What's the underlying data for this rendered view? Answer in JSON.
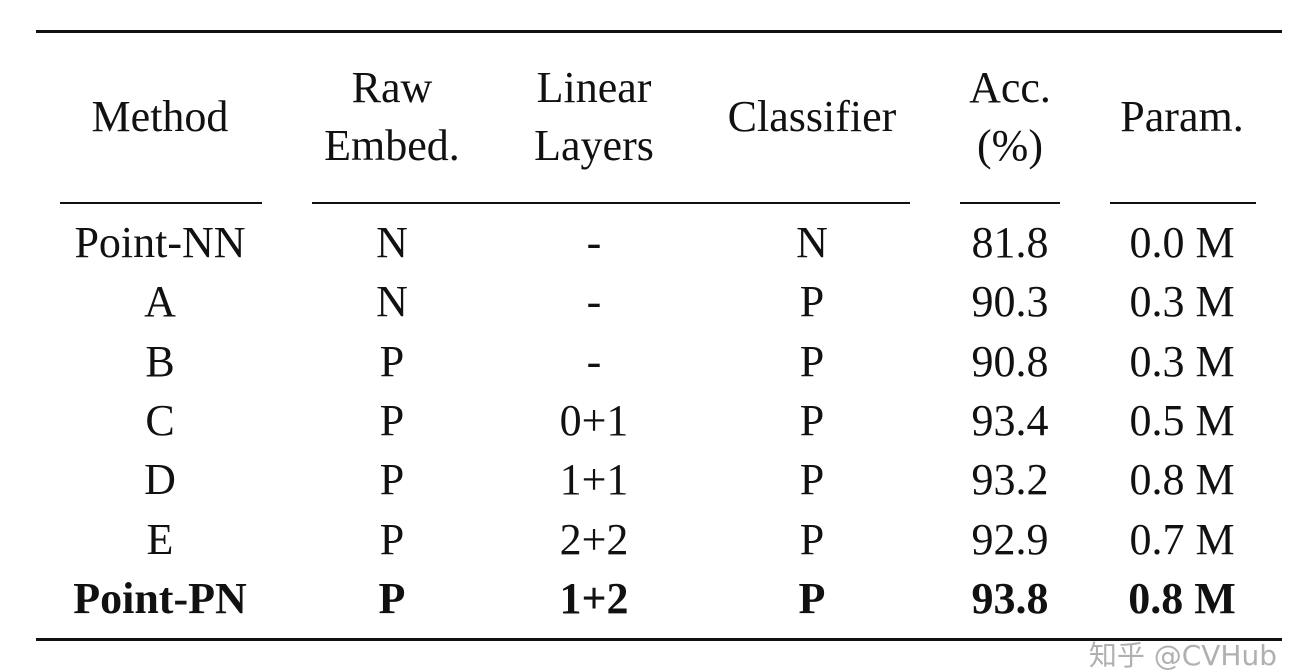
{
  "table": {
    "headers": [
      {
        "lines": [
          "Method"
        ]
      },
      {
        "lines": [
          "Raw",
          "Embed."
        ]
      },
      {
        "lines": [
          "Linear",
          "Layers"
        ]
      },
      {
        "lines": [
          "Classifier"
        ]
      },
      {
        "lines": [
          "Acc.",
          "(%)"
        ]
      },
      {
        "lines": [
          "Param."
        ]
      }
    ],
    "rows": [
      {
        "cells": [
          "Point-NN",
          "N",
          "-",
          "N",
          "81.8",
          "0.0 M"
        ],
        "bold": false
      },
      {
        "cells": [
          "A",
          "N",
          "-",
          "P",
          "90.3",
          "0.3 M"
        ],
        "bold": false
      },
      {
        "cells": [
          "B",
          "P",
          "-",
          "P",
          "90.8",
          "0.3 M"
        ],
        "bold": false
      },
      {
        "cells": [
          "C",
          "P",
          "0+1",
          "P",
          "93.4",
          "0.5 M"
        ],
        "bold": false
      },
      {
        "cells": [
          "D",
          "P",
          "1+1",
          "P",
          "93.2",
          "0.8 M"
        ],
        "bold": false
      },
      {
        "cells": [
          "E",
          "P",
          "2+2",
          "P",
          "92.9",
          "0.7 M"
        ],
        "bold": false
      },
      {
        "cells": [
          "Point-PN",
          "P",
          "1+2",
          "P",
          "93.8",
          "0.8 M"
        ],
        "bold": true
      }
    ]
  },
  "watermark": "知乎 @CVHub"
}
